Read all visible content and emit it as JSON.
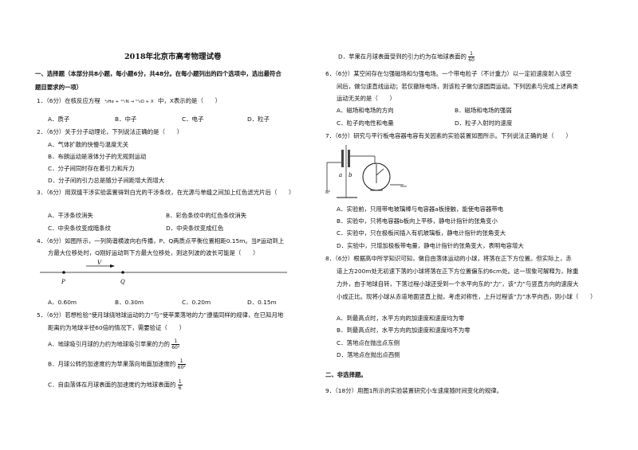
{
  "doc": {
    "title": "2018年北京市高考物理试卷",
    "section1": {
      "line1": "一、选择题（本部分共8小题，每小题6分，共48分。在每小题列出的四个选项中，选出最符合",
      "line2": "题目要求的一项）"
    },
    "q1": {
      "stem_a": "1．（6分）在核反应方程",
      "eq": "⁴₂He + ¹⁴₇N → ¹⁷₈O + X",
      "stem_b": "中，X表示的是（　　）",
      "A": "A．质子",
      "B": "B．中子",
      "C": "C．电子",
      "D": "D．粒子"
    },
    "q2": {
      "stem": "2．（6分）关于分子动理论，下列说法正确的是（　　）",
      "A": "A．气体扩散的快慢与温度无关",
      "B": "B．布朗运动是液体分子的无规则运动",
      "C": "C．分子间同时存在着引力和斥力",
      "D": "D．分子间的引力总是随分子间距增大而增大"
    },
    "q3": {
      "stem": "3．（6分）用双缝干涉实验装置得到白光的干涉条纹，在光源与单缝之间加上红色滤光片后（　　）",
      "A": "A．干涉条纹消失",
      "B": "B．彩色条纹中的红色条纹消失",
      "C": "C．中央条纹变成暗条纹",
      "D": "D．中央条纹变成红色"
    },
    "q4": {
      "line1": "4．（6分）如图所示，一列简谐横波向右传播，P、Q两质点平衡位置相距0.15m。当P运动到上",
      "line2": "方最大位移处时，Q刚好运动到下方最大位移处，则这列波的波长可能是（　　）",
      "fig_v": "V",
      "fig_p": "P",
      "fig_q": "Q",
      "A": "A．0.60m",
      "B": "B．0.30m",
      "C": "C．0.20m",
      "D": "D．0.15m"
    },
    "q5": {
      "line1": "5．（6分）若想检验“使月球绕地球运动的力”与“使苹果落地的力”遵循同样的规律，在已知月地",
      "line2": "距离约为地球半径60倍的情况下，需要验证（　　）",
      "A": "A．地球吸引月球的力约为地球吸引苹果的力的",
      "B": "B．月球公转的加速度约为苹果落向地面加速度的",
      "C": "C．自由落体在月球表面的加速度约为地球表面的",
      "D": "D．苹果在月球表面受到的引力约为在地球表面的",
      "fracA_num": "1",
      "fracA_den": "60²",
      "fracB_num": "1",
      "fracB_den": "60²",
      "fracC_num": "1",
      "fracC_den": "6",
      "fracD_num": "1",
      "fracD_den": "60"
    },
    "q6": {
      "line1": "6．（6分）某空间存在匀强磁场和匀强电场。一个带电粒子（不计重力）以一定初速度射入该空",
      "line2": "间后，做匀速直线运动；若仅撤除电场，则该粒子做匀速圆周运动。下列因素与完成上述两类",
      "line3": "运动无关的是（　　）",
      "A": "A．磁场和电场的方向",
      "B": "B．磁场和电场的强弱",
      "C": "C．粒子的电性和电量",
      "D": "D．粒子入射时的速度"
    },
    "q7": {
      "line1": "7．（6分）研究与平行板电容器电容有关因素的实验装置如图所示。下列说法正确的是（　　）",
      "fig_a": "a",
      "fig_b": "b",
      "A": "A．实验前，只用带电玻璃棒与电容器a板接触，能使电容器带电",
      "B": "B．实验中，只将电容器b板向上平移，静电计指针的张角变小",
      "C": "C．实验中，只在极板间插入有机玻璃板，静电计指针的张角变大",
      "D": "D．实验中，只增加极板带电量，静电计指针的张角变大，表明电容增大"
    },
    "q8": {
      "line1": "8．（6分）根据高中所学知识可知，做自由落体运动的小球，将落在正下方位置。但实际上，赤",
      "line2": "道上方200m处无初速下落的小球将落在正下方位置偏东约6cm处。这一现象可解释为，除重",
      "line3": "力外，由于地球自转，下落过程小球还受到一个水平向东的“力”，该“力”与竖直方向的速度大",
      "line4": "小成正比。现将小球从赤道地面竖直上抛，考虑对称性，上升过程该“力”水平向西，则小球（　　）",
      "A": "A．到最高点时，水平方向的加速度和速度均为零",
      "B": "B．到最高点时，水平方向的加速度和速度均不为零",
      "C": "C．落地点在抛出点东侧",
      "D": "D．落地点在抛出点西侧"
    },
    "section2": "二、非选择题。",
    "q9": "9．（18分）用图1所示的实验装置研究小车速度随时间变化的规律。"
  },
  "colors": {
    "text": "#111111",
    "page": "#ffffff"
  }
}
